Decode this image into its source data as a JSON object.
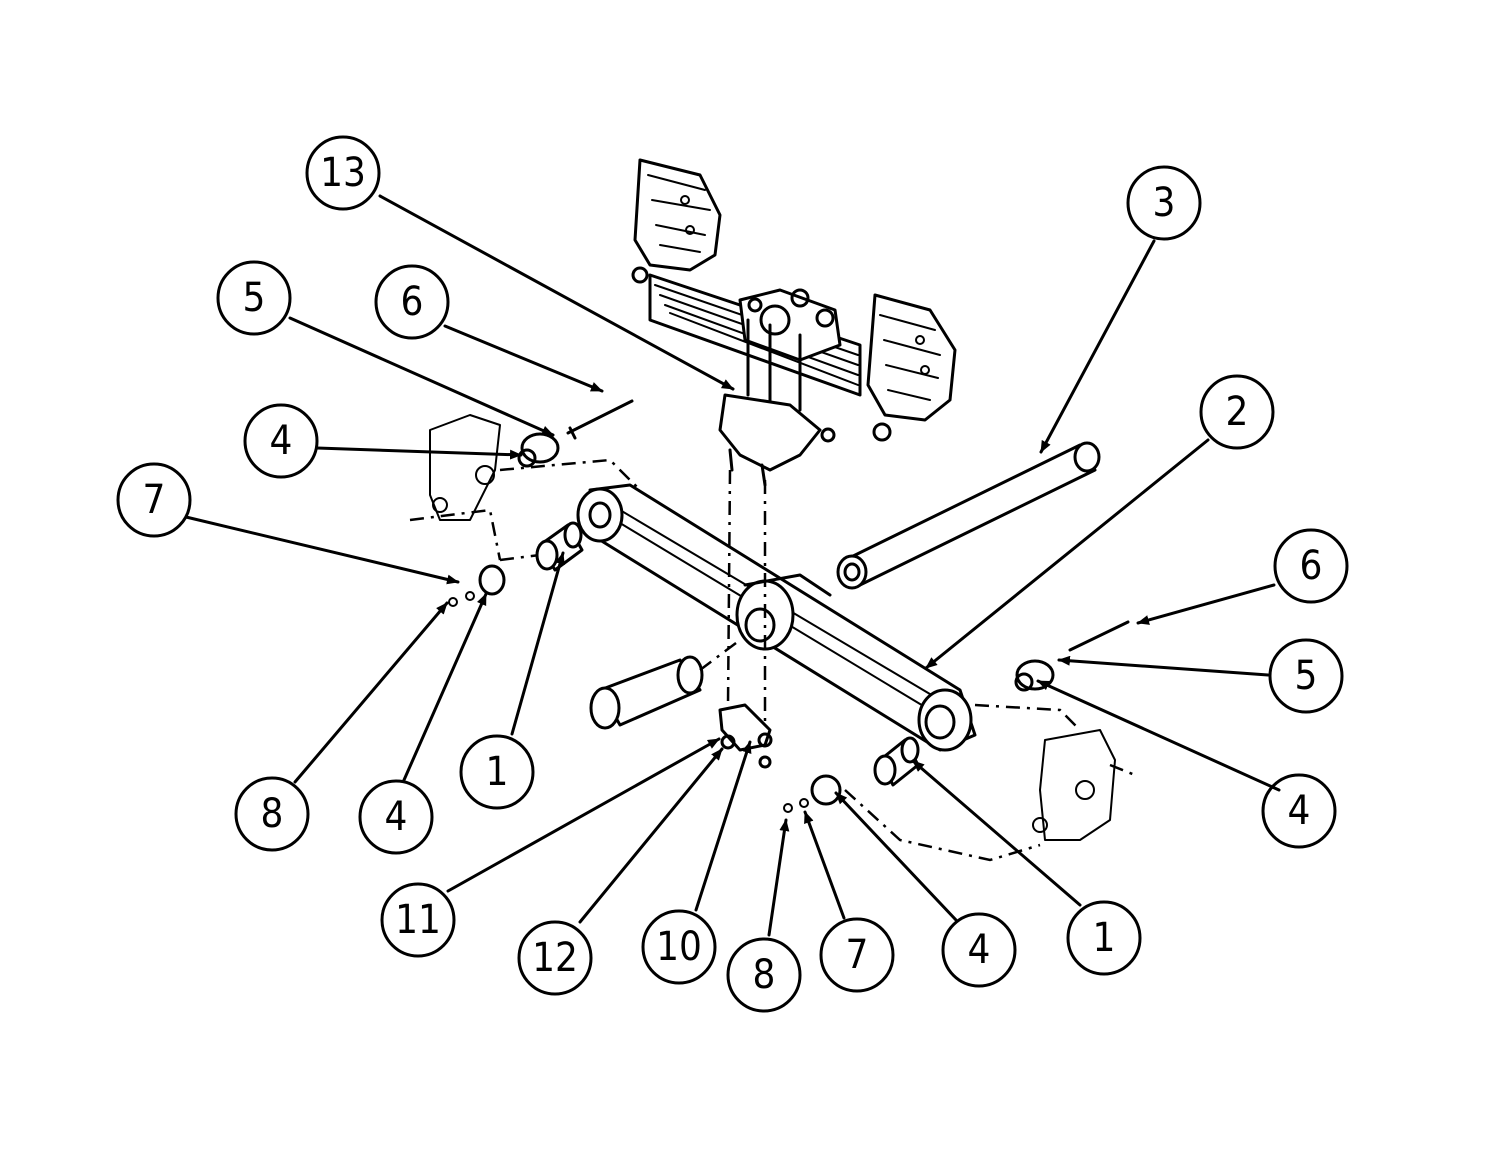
{
  "callouts": [
    {
      "id": "13",
      "label": "13"
    },
    {
      "id": "5a",
      "label": "5"
    },
    {
      "id": "6a",
      "label": "6"
    },
    {
      "id": "3",
      "label": "3"
    },
    {
      "id": "4a",
      "label": "4"
    },
    {
      "id": "2",
      "label": "2"
    },
    {
      "id": "7a",
      "label": "7"
    },
    {
      "id": "6b",
      "label": "6"
    },
    {
      "id": "5b",
      "label": "5"
    },
    {
      "id": "1a",
      "label": "1"
    },
    {
      "id": "4b",
      "label": "4"
    },
    {
      "id": "8a",
      "label": "8"
    },
    {
      "id": "4c",
      "label": "4"
    },
    {
      "id": "11",
      "label": "11"
    },
    {
      "id": "12",
      "label": "12"
    },
    {
      "id": "10",
      "label": "10"
    },
    {
      "id": "8b",
      "label": "8"
    },
    {
      "id": "7b",
      "label": "7"
    },
    {
      "id": "4d",
      "label": "4"
    },
    {
      "id": "1b",
      "label": "1"
    }
  ]
}
